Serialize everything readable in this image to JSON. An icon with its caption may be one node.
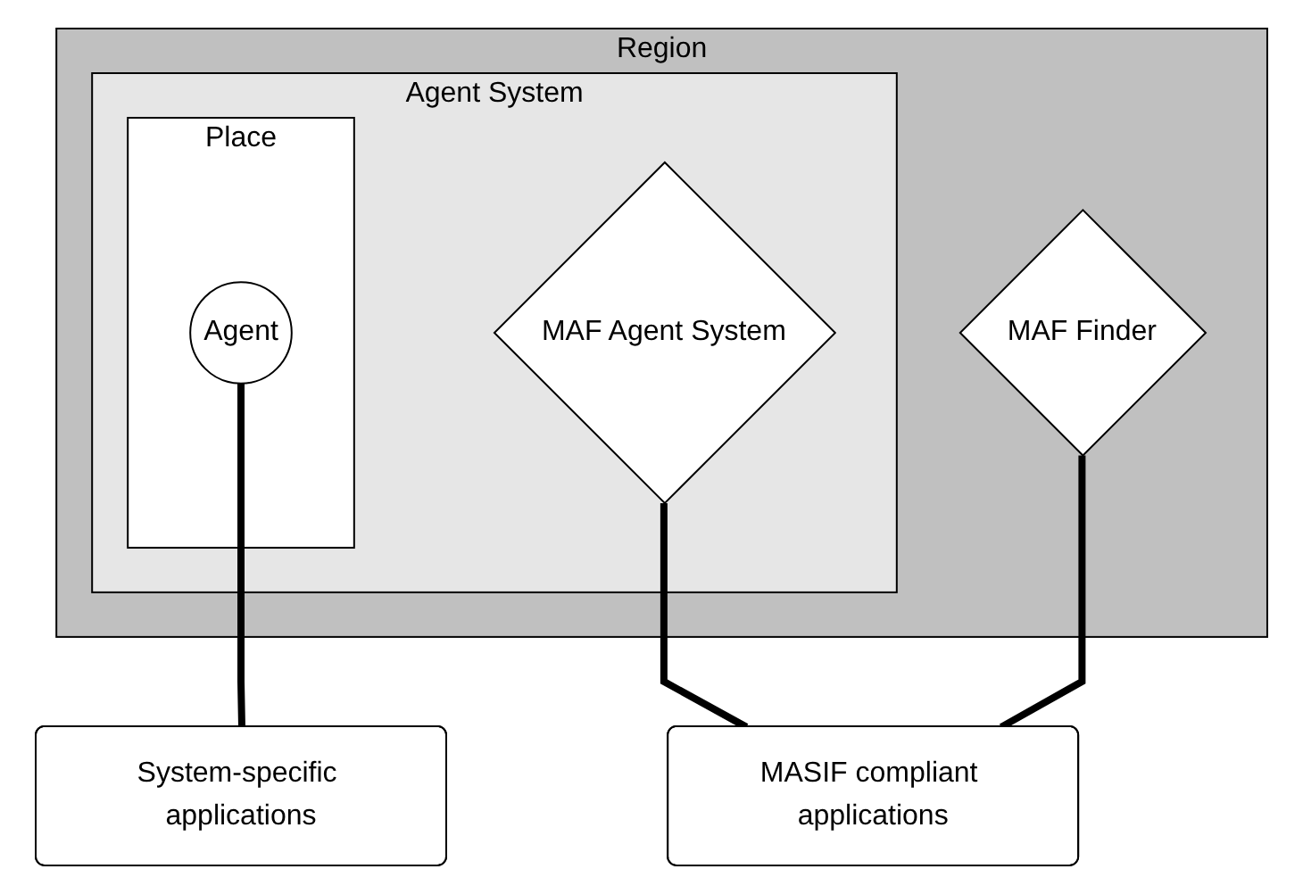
{
  "diagram": {
    "nodes": [
      {
        "text": [
          "Region"
        ]
      },
      {
        "text": [
          "Agent System"
        ],
        "in": 0
      },
      {
        "text": [
          "Place"
        ],
        "in": 1
      },
      {
        "text": [
          "Agent"
        ],
        "in": 2
      },
      {
        "text": [
          "MAF Agent System"
        ],
        "in": 1
      },
      {
        "text": [
          "MAF Finder"
        ],
        "in": 0
      },
      {
        "text": [
          "System-specific applications"
        ]
      },
      {
        "text": [
          "MASIF compliant applications"
        ]
      }
    ],
    "edges": [
      {
        "from": 3,
        "to": 6,
        "arrow": "none"
      },
      {
        "from": 4,
        "to": 7,
        "arrow": "none"
      },
      {
        "from": 5,
        "to": 7,
        "arrow": "none"
      }
    ]
  }
}
